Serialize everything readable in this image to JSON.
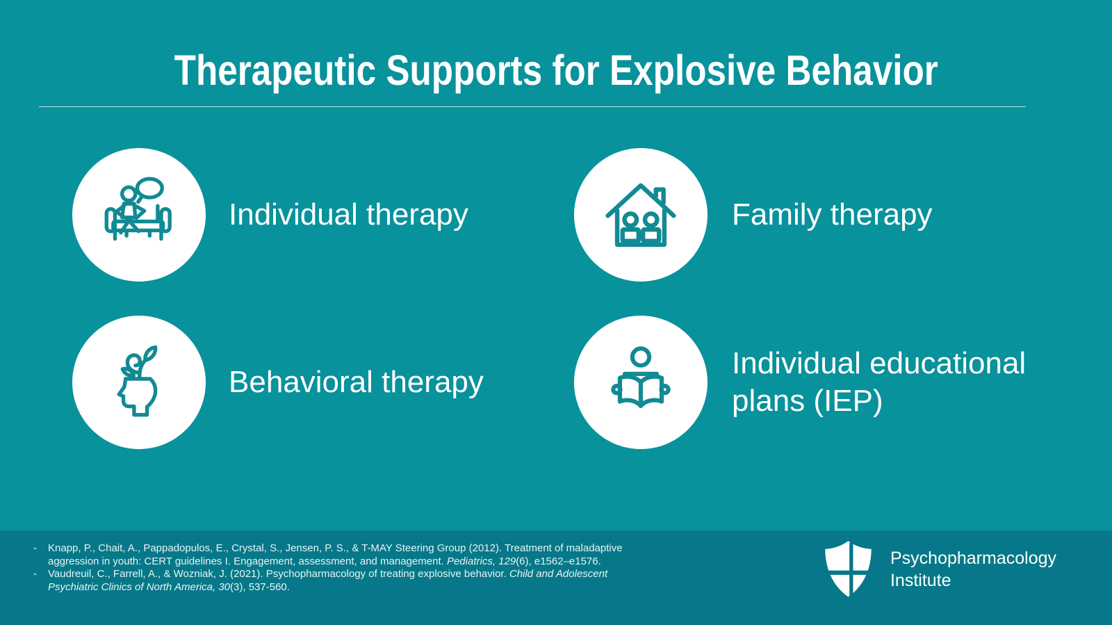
{
  "colors": {
    "bg": "#08929c",
    "footer-bg": "#067889",
    "icon": "#118a94",
    "circle": "#ffffff",
    "text": "#ffffff",
    "ref-text": "#e8f4f5"
  },
  "slide": {
    "title": "Therapeutic Supports for Explosive Behavior",
    "items": [
      {
        "label": "Individual therapy",
        "icon": "counseling-couch-speech-icon"
      },
      {
        "label": "Family therapy",
        "icon": "family-house-icon"
      },
      {
        "label": "Behavioral therapy",
        "icon": "mind-growth-icon"
      },
      {
        "label": "Individual educational plans (IEP)",
        "icon": "person-reading-icon"
      }
    ]
  },
  "footer": {
    "bullet": "-",
    "references": [
      {
        "lines": [
          [
            {
              "t": "Knapp, P., Chait, A., Pappadopulos, E., Crystal, S., Jensen, P. S., & T-MAY Steering Group (2012). Treatment of maladaptive"
            }
          ],
          [
            {
              "t": "aggression in youth: CERT guidelines I. Engagement, assessment, and management. "
            },
            {
              "t": "Pediatrics, 129",
              "i": true
            },
            {
              "t": "(6), e1562–e1576."
            }
          ]
        ]
      },
      {
        "lines": [
          [
            {
              "t": "Vaudreuil, C., Farrell, A., & Wozniak, J. (2021). Psychopharmacology of treating explosive behavior. "
            },
            {
              "t": "Child and Adolescent",
              "i": true
            }
          ],
          [
            {
              "t": "Psychiatric Clinics of North America, 30",
              "i": true
            },
            {
              "t": "(3), 537-560."
            }
          ]
        ]
      }
    ],
    "logo": {
      "icon": "shield-cross-icon",
      "line1": "Psychopharmacology",
      "line2": "Institute"
    }
  }
}
